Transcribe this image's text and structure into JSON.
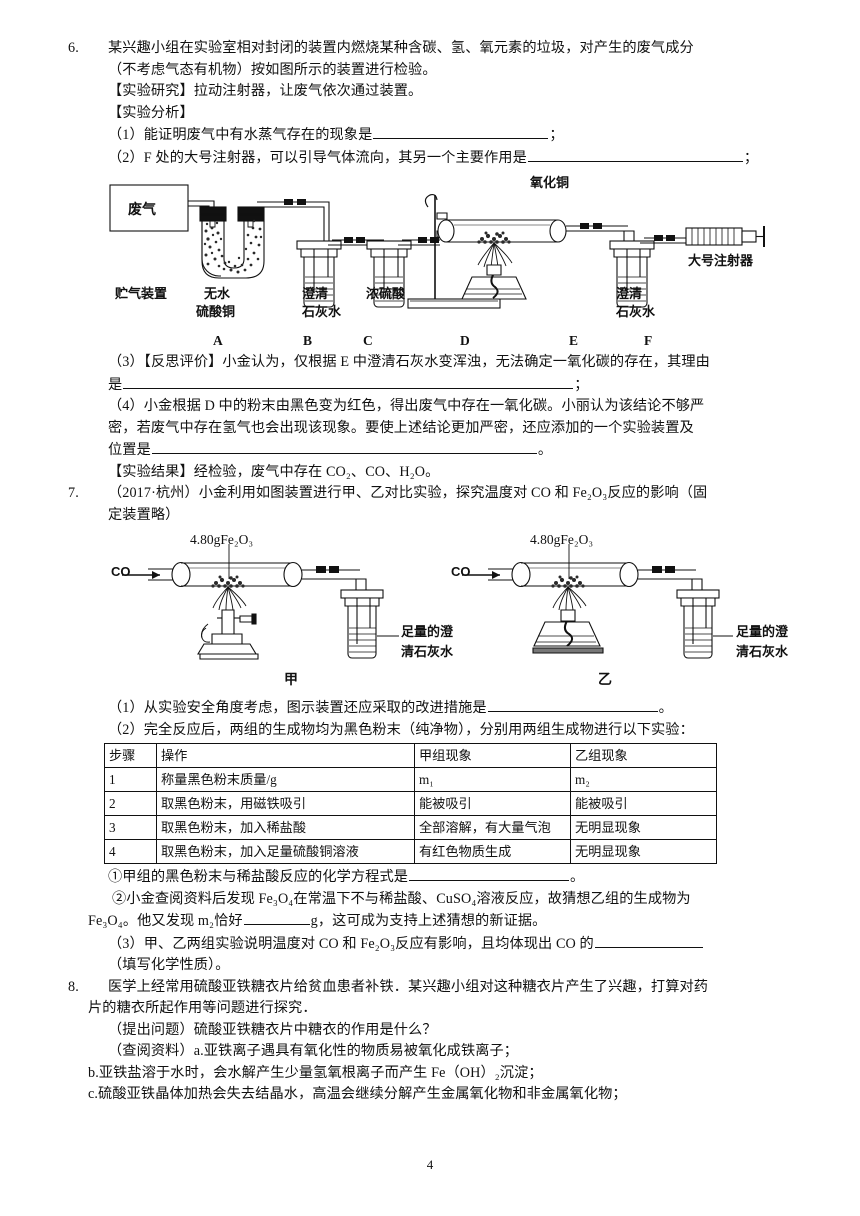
{
  "page": {
    "number": "4"
  },
  "q6": {
    "num": "6.",
    "stem_l1": "某兴趣小组在实验室相对封闭的装置内燃烧某种含碳、氢、氧元素的垃圾，对产生的废气成分",
    "stem_l2": "（不考虑气态有机物）按如图所示的装置进行检验。",
    "research_label": "【实验研究】拉动注射器，让废气依次通过装置。",
    "analysis_label": "【实验分析】",
    "p1": "（1）能证明废气中有水蒸气存在的现象是",
    "p1_tail": "；",
    "p2": "（2）F 处的大号注射器，可以引导气体流向，其另一个主要作用是",
    "p2_tail": "；",
    "p3_l1": "（3）【反思评价】小金认为，仅根据 E 中澄清石灰水变浑浊，无法确定一氧化碳的存在，其理由",
    "p3_l2": "是",
    "p3_tail": "；",
    "p4_l1": "（4）小金根据 D 中的粉末由黑色变为红色，得出废气中存在一氧化碳。小丽认为该结论不够严",
    "p4_l2": "密，若废气中存在氢气也会出现该现象。要使上述结论更加严密，还应添加的一个实验装置及",
    "p4_l3": "位置是",
    "p4_tail": "。",
    "result": "【实验结果】经检验，废气中存在 CO₂、CO、H₂O。",
    "figure": {
      "gas_box": "废气",
      "copper_oxide": "氧化铜",
      "big_syringe": "大号注射器",
      "cap_storage": "贮气装置",
      "cap_a_l1": "无水",
      "cap_a_l2": "硫酸铜",
      "cap_b_l1": "澄清",
      "cap_b_l2": "石灰水",
      "cap_c": "浓硫酸",
      "cap_e_l1": "澄清",
      "cap_e_l2": "石灰水",
      "letters": [
        "A",
        "B",
        "C",
        "D",
        "E",
        "F"
      ]
    }
  },
  "q7": {
    "num": "7.",
    "stem_l1": "（2017·杭州）小金利用如图装置进行甲、乙对比实验，探究温度对 CO 和 Fe₂O₃反应的影响（固",
    "stem_l2": "定装置略）",
    "figure": {
      "co_label": "CO",
      "sample_label": "4.80gFe₂O₃",
      "limewater_l1": "足量的澄",
      "limewater_l2": "清石灰水",
      "name_left": "甲",
      "name_right": "乙"
    },
    "p1": "（1）从实验安全角度考虑，图示装置还应采取的改进措施是",
    "p1_tail": "。",
    "p2": "（2）完全反应后，两组的生成物均为黑色粉末（纯净物），分别用两组生成物进行以下实验：",
    "table": {
      "headers": [
        "步骤",
        "操作",
        "甲组现象",
        "乙组现象"
      ],
      "rows": [
        [
          "1",
          "称量黑色粉末质量/g",
          "m₁",
          "m₂"
        ],
        [
          "2",
          "取黑色粉末，用磁铁吸引",
          "能被吸引",
          "能被吸引"
        ],
        [
          "3",
          "取黑色粉末，加入稀盐酸",
          "全部溶解，有大量气泡",
          "无明显现象"
        ],
        [
          "4",
          "取黑色粉末，加入足量硫酸铜溶液",
          "有红色物质生成",
          "无明显现象"
        ]
      ]
    },
    "item1": "①甲组的黑色粉末与稀盐酸反应的化学方程式是",
    "item1_tail": "。",
    "item2_l1": "②小金查阅资料后发现 Fe₃O₄在常温下不与稀盐酸、CuSO₄溶液反应，故猜想乙组的生成物为",
    "item2_l2a": "Fe₃O₄。他又发现 m₂恰好",
    "item2_l2b": "g，这可成为支持上述猜想的新证据。",
    "p3_l1a": "（3）甲、乙两组实验说明温度对 CO 和 Fe₂O₃反应有影响，且均体现出 CO 的",
    "p3_l2": "（填写化学性质）。"
  },
  "q8": {
    "num": "8.",
    "stem_l1": "医学上经常用硫酸亚铁糖衣片给贫血患者补铁．某兴趣小组对这种糖衣片产生了兴趣，打算对药",
    "stem_l2": "片的糖衣所起作用等问题进行探究．",
    "question_line": "（提出问题）硫酸亚铁糖衣片中糖衣的作用是什么？",
    "ref_a": "（查阅资料）a.亚铁离子遇具有氧化性的物质易被氧化成铁离子；",
    "ref_b": "b.亚铁盐溶于水时，会水解产生少量氢氧根离子而产生 Fe（OH）₂沉淀；",
    "ref_c": "c.硫酸亚铁晶体加热会失去结晶水，高温会继续分解产生金属氧化物和非金属氧化物；"
  }
}
